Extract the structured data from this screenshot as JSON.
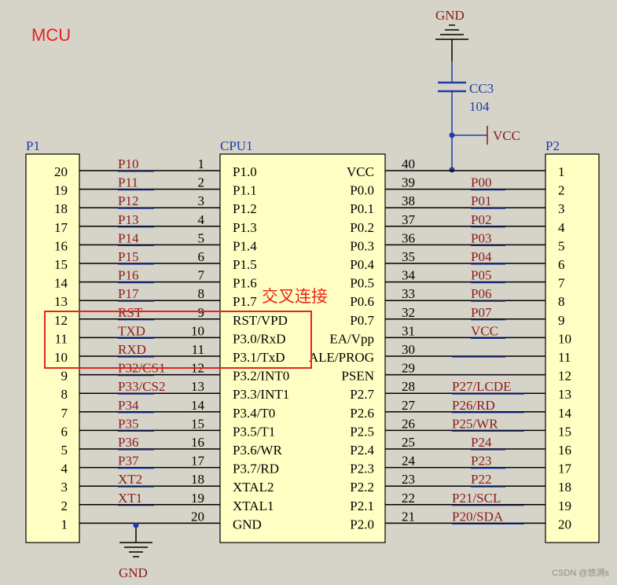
{
  "title": "MCU",
  "annotation": "交叉连接",
  "watermark": "CSDN @悠溯s",
  "colors": {
    "background": "#d6d3c8",
    "chip_fill": "#ffffc4",
    "wire": "#000000",
    "net_label": "#8b1a1a",
    "net_underline": "#1f3ba8",
    "power_blue": "#1f3ba8",
    "title_red": "#e8231c",
    "highlight_red": "#e8231c",
    "dot": "#1f3ba8"
  },
  "gnd_top": "GND",
  "gnd_bottom": "GND",
  "capacitor": {
    "ref": "CC3",
    "value": "104"
  },
  "vcc_label": "VCC",
  "p1": {
    "ref": "P1",
    "pins": [
      "20",
      "19",
      "18",
      "17",
      "16",
      "15",
      "14",
      "13",
      "12",
      "11",
      "10",
      "9",
      "8",
      "7",
      "6",
      "5",
      "4",
      "3",
      "2",
      "1"
    ]
  },
  "p2": {
    "ref": "P2",
    "pins": [
      "1",
      "2",
      "3",
      "4",
      "5",
      "6",
      "7",
      "8",
      "9",
      "10",
      "11",
      "12",
      "13",
      "14",
      "15",
      "16",
      "17",
      "18",
      "19",
      "20"
    ]
  },
  "cpu": {
    "ref": "CPU1",
    "left_pins": [
      {
        "num": "1",
        "name": "P1.0",
        "net": "P10"
      },
      {
        "num": "2",
        "name": "P1.1",
        "net": "P11"
      },
      {
        "num": "3",
        "name": "P1.2",
        "net": "P12"
      },
      {
        "num": "4",
        "name": "P1.3",
        "net": "P13"
      },
      {
        "num": "5",
        "name": "P1.4",
        "net": "P14"
      },
      {
        "num": "6",
        "name": "P1.5",
        "net": "P15"
      },
      {
        "num": "7",
        "name": "P1.6",
        "net": "P16"
      },
      {
        "num": "8",
        "name": "P1.7",
        "net": "P17"
      },
      {
        "num": "9",
        "name": "RST/VPD",
        "net": "RST"
      },
      {
        "num": "10",
        "name": "P3.0/RxD",
        "net": "TXD"
      },
      {
        "num": "11",
        "name": "P3.1/TxD",
        "net": "RXD"
      },
      {
        "num": "12",
        "name": "P3.2/INT0",
        "net": "P32/CS1"
      },
      {
        "num": "13",
        "name": "P3.3/INT1",
        "net": "P33/CS2"
      },
      {
        "num": "14",
        "name": "P3.4/T0",
        "net": "P34"
      },
      {
        "num": "15",
        "name": "P3.5/T1",
        "net": "P35"
      },
      {
        "num": "16",
        "name": "P3.6/WR",
        "net": "P36"
      },
      {
        "num": "17",
        "name": "P3.7/RD",
        "net": "P37"
      },
      {
        "num": "18",
        "name": "XTAL2",
        "net": "XT2"
      },
      {
        "num": "19",
        "name": "XTAL1",
        "net": "XT1"
      },
      {
        "num": "20",
        "name": "GND",
        "net": ""
      }
    ],
    "right_pins": [
      {
        "num": "40",
        "name": "VCC",
        "net": ""
      },
      {
        "num": "39",
        "name": "P0.0",
        "net": "P00"
      },
      {
        "num": "38",
        "name": "P0.1",
        "net": "P01"
      },
      {
        "num": "37",
        "name": "P0.2",
        "net": "P02"
      },
      {
        "num": "36",
        "name": "P0.3",
        "net": "P03"
      },
      {
        "num": "35",
        "name": "P0.4",
        "net": "P04"
      },
      {
        "num": "34",
        "name": "P0.5",
        "net": "P05"
      },
      {
        "num": "33",
        "name": "P0.6",
        "net": "P06"
      },
      {
        "num": "32",
        "name": "P0.7",
        "net": "P07"
      },
      {
        "num": "31",
        "name": "EA/Vpp",
        "net": "VCC"
      },
      {
        "num": "30",
        "name": "ALE/PROG",
        "net": ""
      },
      {
        "num": "29",
        "name": "PSEN",
        "net": ""
      },
      {
        "num": "28",
        "name": "P2.7",
        "net": "P27/LCDE"
      },
      {
        "num": "27",
        "name": "P2.6",
        "net": "P26/RD"
      },
      {
        "num": "26",
        "name": "P2.5",
        "net": "P25/WR"
      },
      {
        "num": "25",
        "name": "P2.4",
        "net": "P24"
      },
      {
        "num": "24",
        "name": "P2.3",
        "net": "P23"
      },
      {
        "num": "23",
        "name": "P2.2",
        "net": "P22"
      },
      {
        "num": "22",
        "name": "P2.1",
        "net": "P21/SCL"
      },
      {
        "num": "21",
        "name": "P2.0",
        "net": "P20/SDA"
      }
    ]
  }
}
